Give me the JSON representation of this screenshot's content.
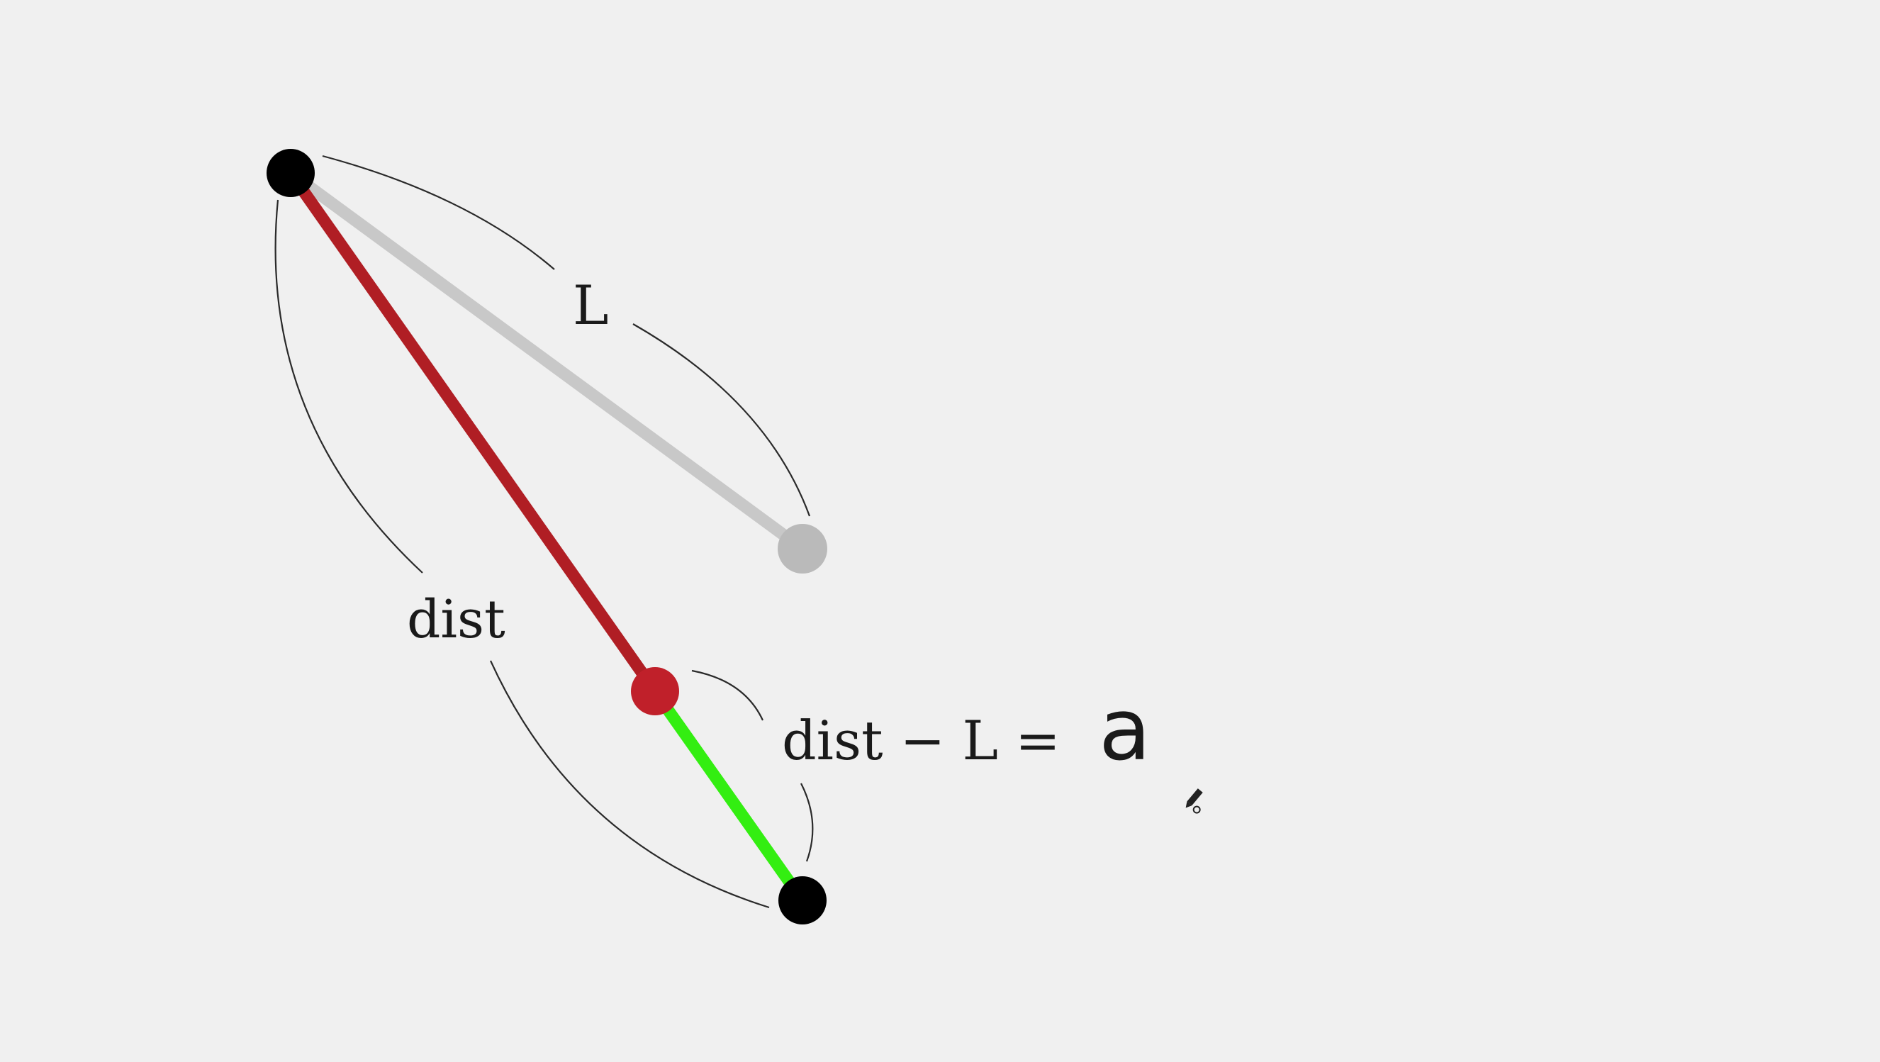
{
  "labels": {
    "rest_length": "L",
    "distance": "dist",
    "equation_lhs": "dist − L =",
    "equation_rhs": "a"
  },
  "colors": {
    "background": "#f0f0f0",
    "anchor": "#000000",
    "rest_segment": "#c8c8c8",
    "rest_point": "#bababa",
    "stretched_segment": "#b01e24",
    "stretch_point": "#c0202a",
    "excess_segment": "#33ee11"
  },
  "icons": {
    "cursor": "pencil-cursor-icon"
  }
}
